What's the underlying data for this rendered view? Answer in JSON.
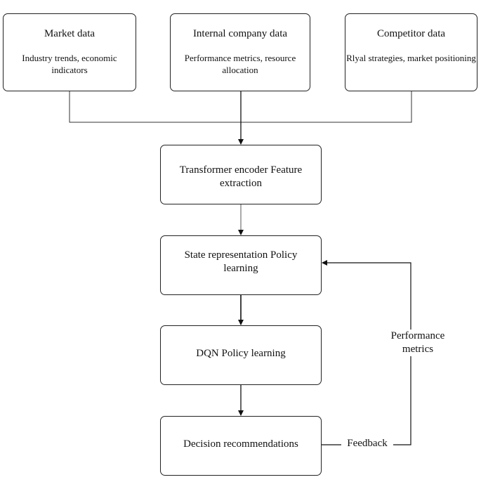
{
  "nodes": {
    "market": {
      "title": "Market data",
      "subtitle": "Industry trends, economic indicators"
    },
    "internal": {
      "title": "Internal company data",
      "subtitle": "Performance metrics, resource allocation"
    },
    "competitor": {
      "title": "Competitor data",
      "subtitle": "Rlyal strategies, market positioning"
    },
    "transformer": {
      "title": "Transformer encoder Feature extraction"
    },
    "state": {
      "title": "State representation Policy learning"
    },
    "dqn": {
      "title": "DQN Policy learning"
    },
    "decision": {
      "title": "Decision recommendations"
    }
  },
  "edge_labels": {
    "performance_metrics": "Performance metrics",
    "feedback": "Feedback"
  }
}
